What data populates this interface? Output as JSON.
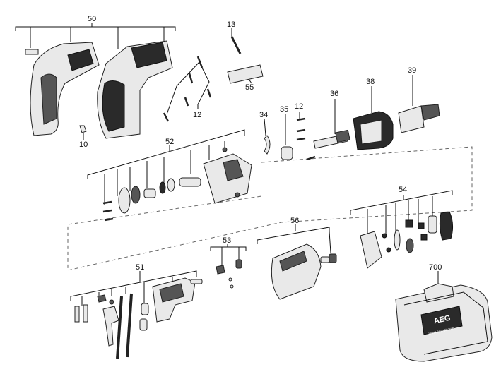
{
  "labels": {
    "p50": "50",
    "p13": "13",
    "p55": "55",
    "p12a": "12",
    "p10": "10",
    "p34": "34",
    "p35": "35",
    "p12b": "12",
    "p36": "36",
    "p38": "38",
    "p39": "39",
    "p52": "52",
    "p54": "54",
    "p56": "56",
    "p53": "53",
    "p51": "51",
    "p700": "700"
  },
  "case": {
    "brand": "AEG",
    "url": "www.aeg-pt.com"
  }
}
